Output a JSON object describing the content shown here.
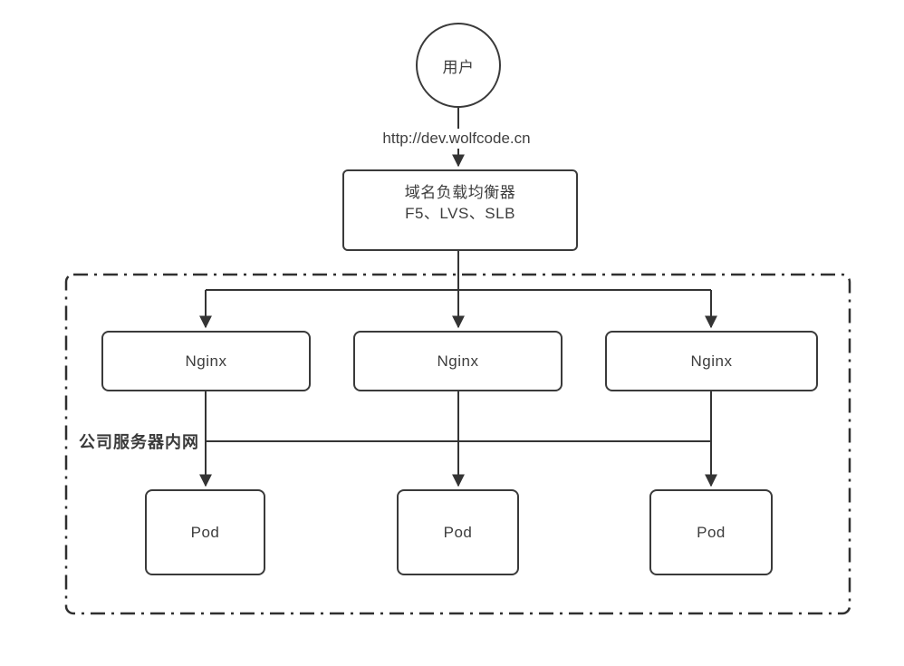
{
  "diagram": {
    "title_domain": "kubernetes-ingress-traffic-diagram",
    "user_node": {
      "label": "用户"
    },
    "request_url_label": "http://dev.wolfcode.cn",
    "load_balancer": {
      "line1": "域名负载均衡器",
      "line2": "F5、LVS、SLB"
    },
    "intranet_boundary": {
      "label": "公司服务器内网"
    },
    "nginx_nodes": [
      {
        "label": "Nginx"
      },
      {
        "label": "Nginx"
      },
      {
        "label": "Nginx"
      }
    ],
    "pod_nodes": [
      {
        "label": "Pod"
      },
      {
        "label": "Pod"
      },
      {
        "label": "Pod"
      }
    ],
    "colors": {
      "stroke": "#3a3a3a",
      "text": "#3d3d3d",
      "background": "#ffffff"
    }
  }
}
